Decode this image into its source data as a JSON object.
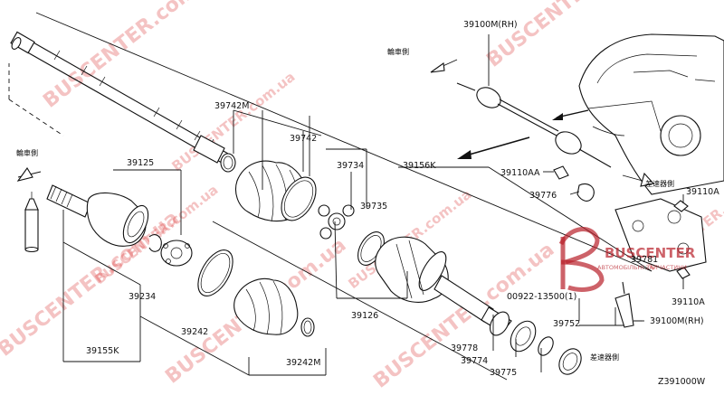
{
  "diagram": {
    "part_labels": [
      "39100M(RH)",
      "39742M",
      "39742",
      "39125",
      "39734",
      "39156K",
      "39735",
      "39234",
      "39126",
      "39242",
      "39155K",
      "39242M",
      "39110AA",
      "39776",
      "39110A",
      "39781",
      "39110A",
      "00922-13500(1)",
      "39752",
      "39100M(RH)",
      "39778",
      "39774",
      "39775",
      "Z391000W"
    ],
    "direction_labels": [
      "輪車側",
      "輪車側",
      "差速器側",
      "差速器側"
    ],
    "watermarks": [
      "BUSCENTER.com.ua"
    ],
    "logo": {
      "name": "BUSCENTER",
      "tagline": "АВТОМОБІЛЬНІ ЗАПЧАСТИНИ"
    },
    "colors": {
      "ink": "#111111",
      "watermark": "#d92a2a",
      "background": "#ffffff"
    }
  }
}
